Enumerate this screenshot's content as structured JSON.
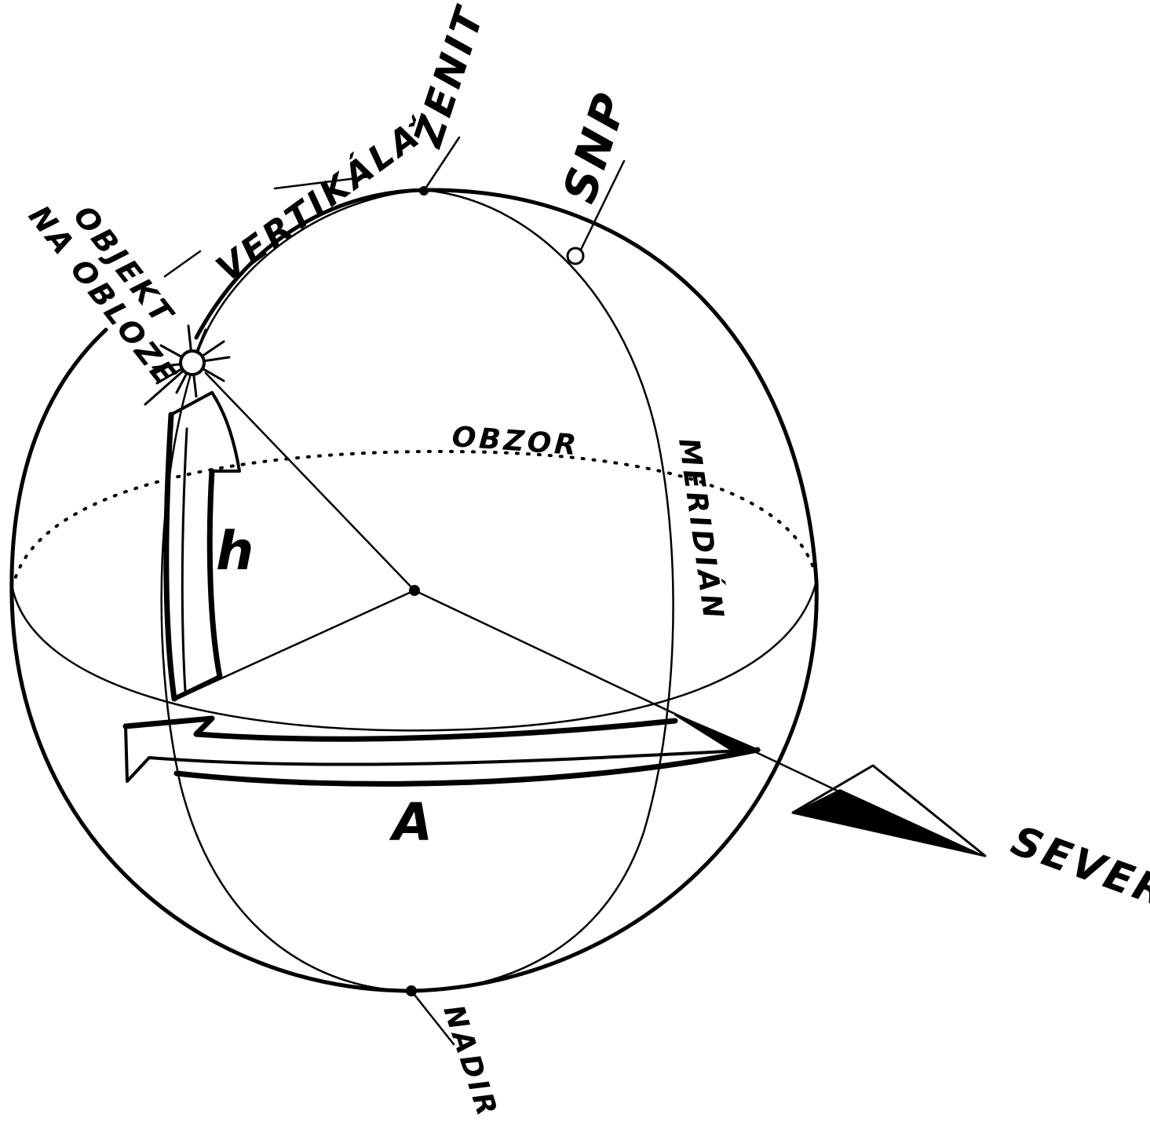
{
  "labels": {
    "zenith": "ŽENIT",
    "ncp": "SNP",
    "vertical": "VERTIKÁLA",
    "object_line1": "OBJEKT",
    "object_line2": "NA OBLOZE",
    "horizon": "OBZOR",
    "meridian": "MERIDIÁN",
    "altitude": "h",
    "azimuth": "A",
    "north": "SEVER",
    "nadir": "NADIR"
  },
  "colors": {
    "ink": "#000000",
    "paper": "#ffffff"
  },
  "icons": {
    "object_marker": "star-burst-icon",
    "north_pointer": "arrow-pointer-icon"
  }
}
